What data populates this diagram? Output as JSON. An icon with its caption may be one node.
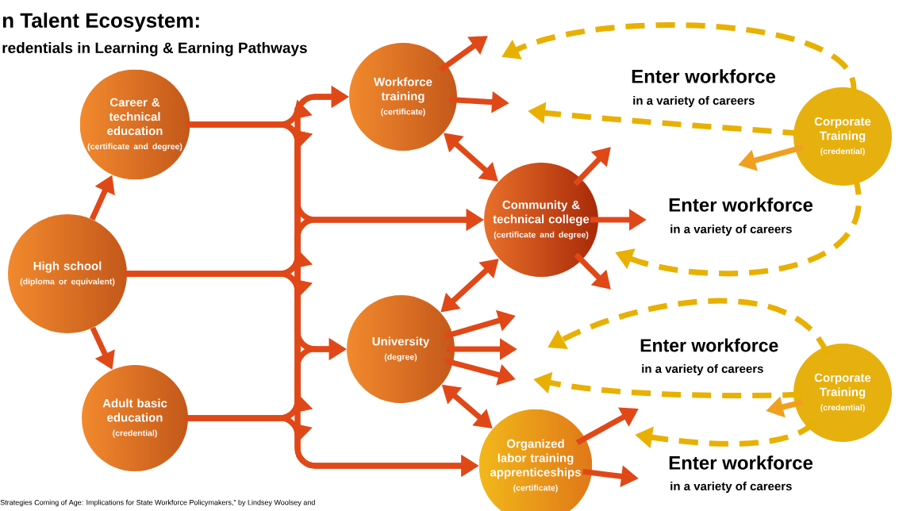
{
  "diagram": {
    "title": "n Talent Ecosystem:",
    "caption": "Strategies Coming of Age:  Implications for State Workforce Policymakers,” by Lindsey Woolsey and",
    "nodes": [
      {
        "text": [
          "Career & technical education",
          "(certificate and degree)"
        ]
      },
      {
        "text": [
          "High school",
          "(diploma or equivalent)"
        ]
      },
      {
        "text": [
          "Adult basic education",
          "(credential)"
        ]
      },
      {
        "text": [
          "Workforce training",
          "(certificate)"
        ]
      },
      {
        "text": [
          "Community & technical college",
          "(certificate and degree)"
        ]
      },
      {
        "text": [
          "University",
          "(degree)"
        ]
      },
      {
        "text": [
          "Organized labor training apprenticeships",
          "(certificate)"
        ]
      },
      {
        "text": [
          "Corporate Training",
          "(credential)"
        ]
      },
      {
        "text": [
          "Corporate Training",
          "(credential)"
        ]
      }
    ],
    "edges": [
      {
        "from": 1,
        "to": 0,
        "arrow": "to"
      },
      {
        "from": 1,
        "to": 2,
        "arrow": "to"
      },
      {
        "from": 0,
        "to": 3,
        "arrow": "to"
      },
      {
        "from": 0,
        "to": 4,
        "arrow": "to"
      },
      {
        "from": 0,
        "to": 5,
        "arrow": "to"
      },
      {
        "from": 0,
        "to": 6,
        "arrow": "to"
      },
      {
        "from": 1,
        "to": 3,
        "arrow": "to"
      },
      {
        "from": 1,
        "to": 4,
        "arrow": "to"
      },
      {
        "from": 1,
        "to": 5,
        "arrow": "to"
      },
      {
        "from": 1,
        "to": 6,
        "arrow": "to"
      },
      {
        "from": 2,
        "to": 3,
        "arrow": "to"
      },
      {
        "from": 2,
        "to": 4,
        "arrow": "to"
      },
      {
        "from": 2,
        "to": 5,
        "arrow": "to"
      },
      {
        "from": 2,
        "to": 6,
        "arrow": "to"
      },
      {
        "from": 3,
        "to": 4,
        "arrow": "both"
      },
      {
        "from": 4,
        "to": 5,
        "arrow": "both"
      },
      {
        "from": 5,
        "to": 6,
        "arrow": "both"
      },
      {
        "from": 3,
        "to": null,
        "arrow": "to"
      },
      {
        "from": 3,
        "to": null,
        "arrow": "to"
      },
      {
        "from": 4,
        "to": null,
        "arrow": "to"
      },
      {
        "from": 4,
        "to": null,
        "arrow": "to"
      },
      {
        "from": 4,
        "to": null,
        "arrow": "to"
      },
      {
        "from": 5,
        "to": null,
        "arrow": "to"
      },
      {
        "from": 5,
        "to": null,
        "arrow": "to"
      },
      {
        "from": 5,
        "to": null,
        "arrow": "to"
      },
      {
        "from": 6,
        "to": null,
        "arrow": "to"
      },
      {
        "from": 6,
        "to": null,
        "arrow": "to"
      },
      {
        "from": 7,
        "to": null,
        "arrow": "to",
        "color": "#f0a020"
      },
      {
        "from": 8,
        "to": null,
        "arrow": "to",
        "color": "#f0a020"
      },
      {
        "from": 7,
        "to": null,
        "arrow": "to",
        "style": "dashed",
        "color": "#e8b000"
      },
      {
        "from": 7,
        "to": null,
        "arrow": "to",
        "style": "dashed",
        "color": "#e8b000"
      },
      {
        "from": 7,
        "to": null,
        "arrow": "to",
        "style": "dashed",
        "color": "#e8b000"
      },
      {
        "from": 8,
        "to": null,
        "arrow": "to",
        "style": "dashed",
        "color": "#e8b000"
      },
      {
        "from": 8,
        "to": null,
        "arrow": "to",
        "style": "dashed",
        "color": "#e8b000"
      },
      {
        "from": 8,
        "to": null,
        "arrow": "to",
        "style": "dashed",
        "color": "#e8b000"
      }
    ],
    "labels": [
      "redentials in Learning & Earning Pathways",
      "Enter workforce",
      "in a variety of careers",
      "Enter workforce",
      "in a variety of careers",
      "Enter workforce",
      "in a variety of careers",
      "Enter workforce",
      "in a variety of careers"
    ]
  }
}
